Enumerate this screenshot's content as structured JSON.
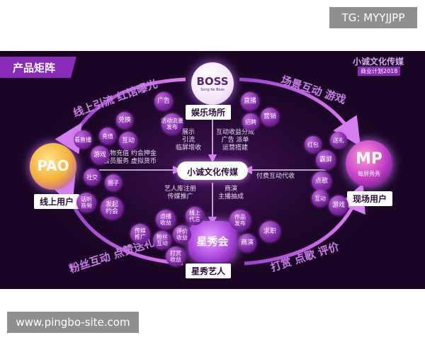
{
  "watermark_top": "TG: MYYJJPP",
  "watermark_bottom": "www.pingbo-site.com",
  "header": {
    "title": "产品矩阵",
    "brand": "小诚文化传媒",
    "subtitle": "商业计划2018"
  },
  "center": {
    "label": "小诚文化传媒"
  },
  "nodes": {
    "top": {
      "logo": "BOSS",
      "logo_sub": "Song Ke Boss",
      "label": "娱乐场所"
    },
    "left": {
      "logo": "PAO",
      "label": "线上用户"
    },
    "right": {
      "logo": "MP",
      "logo_sub": "每屏秀秀",
      "label": "现场用户"
    },
    "bottom": {
      "logo": "星秀会",
      "label": "星秀艺人"
    }
  },
  "arc_texts": {
    "top_left": "线上引流 红馆曝光",
    "top_right": "场景互动 游戏",
    "bottom_left": "粉丝互动 点赞送礼",
    "bottom_right": "打赏 点歌 评价"
  },
  "flow_labels": {
    "top_left": "展示\n引流\n临屏增收",
    "top_right": "互动收益分成\n广告 派单\n运营搭建",
    "left_top": "礼物充值 约会押金\n会员服务 虚拟货币",
    "right": "付费互动代收",
    "bottom_left": "艺人库注册\n传媒推广",
    "bottom_right": "商演\n主播抽成"
  },
  "bubbles": {
    "top": [
      "广告",
      "活动流量\n发布",
      "直播",
      "营销",
      "招聘"
    ],
    "left": [
      "兑换",
      "看直播",
      "充值",
      "互动",
      "游戏",
      "社交",
      "圈子",
      "话听\n音频",
      "发起\n约会"
    ],
    "right": [
      "送礼",
      "红包",
      "霸屏",
      "点歌",
      "互动",
      "游戏"
    ],
    "bottom": [
      "传媒\n推广",
      "点播\n收益",
      "粉丝\n互动",
      "线上\n代言",
      "评价\n收益",
      "打赏\n收益",
      "作品\n发布",
      "商演",
      "求职"
    ]
  }
}
